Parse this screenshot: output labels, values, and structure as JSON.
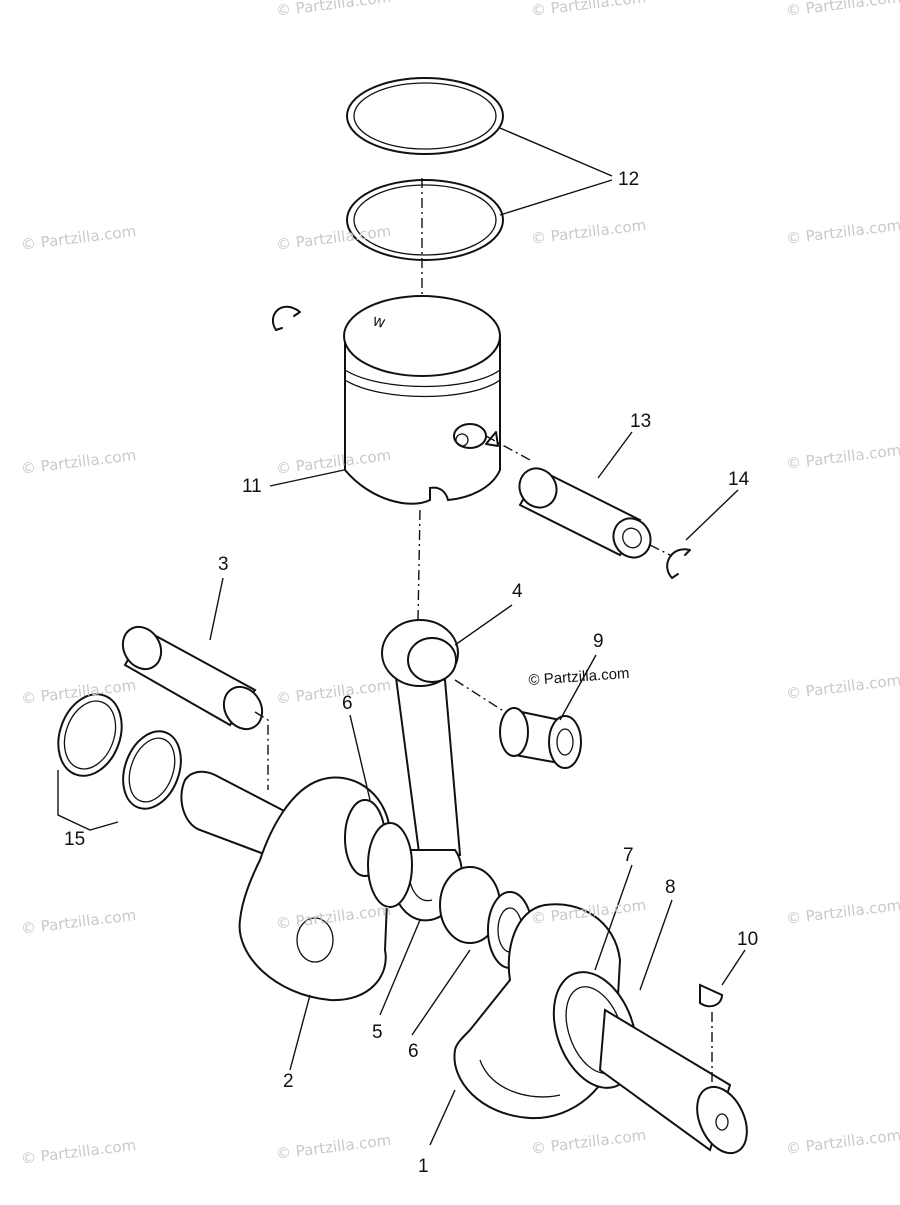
{
  "watermark": "© Partzilla.com",
  "watermark_inline": "© Partzilla.com",
  "callouts": {
    "c1": "1",
    "c2": "2",
    "c3": "3",
    "c4": "4",
    "c5": "5",
    "c6a": "6",
    "c6b": "6",
    "c7": "7",
    "c8": "8",
    "c9": "9",
    "c10": "10",
    "c11": "11",
    "c12": "12",
    "c13": "13",
    "c14": "14",
    "c15": "15"
  }
}
